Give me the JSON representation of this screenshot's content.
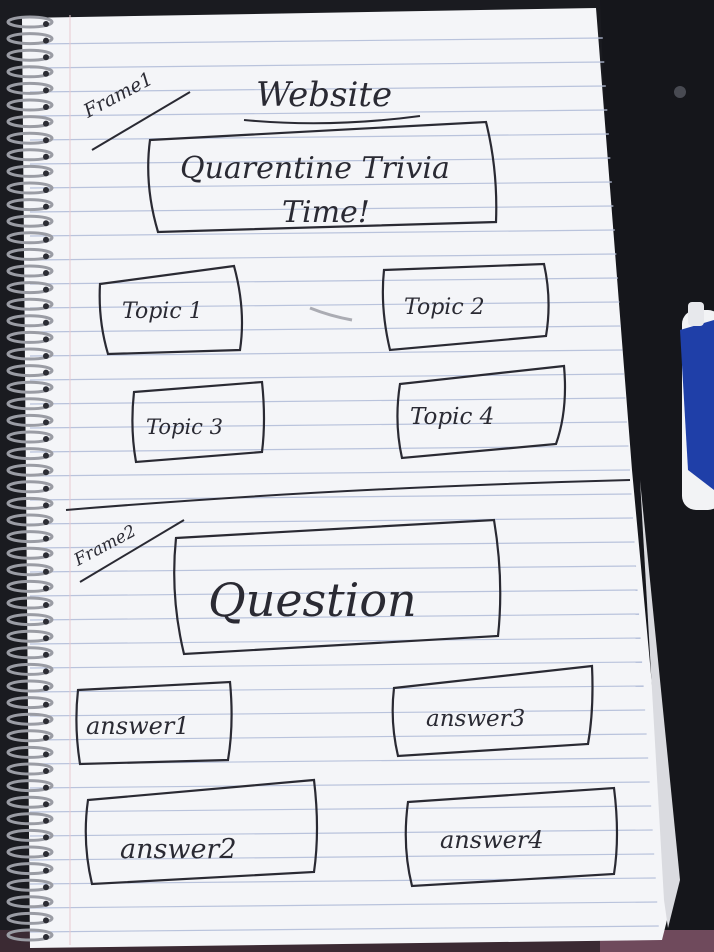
{
  "frame1": {
    "label": "Frame1",
    "heading": "Website",
    "title_line1": "Quarentine Trivia",
    "title_line2": "Time!",
    "topics": [
      "Topic 1",
      "Topic 2",
      "Topic 3",
      "Topic 4"
    ]
  },
  "frame2": {
    "label": "Frame2",
    "question": "Question",
    "answers": [
      "answer1",
      "answer2",
      "answer3",
      "answer4"
    ]
  },
  "colors": {
    "paper": "#f4f5f8",
    "ink": "#2a2a33",
    "rule_lines": "#b9c3dc",
    "background": "#1a1b20",
    "pen_body": "#1f3fa8"
  }
}
